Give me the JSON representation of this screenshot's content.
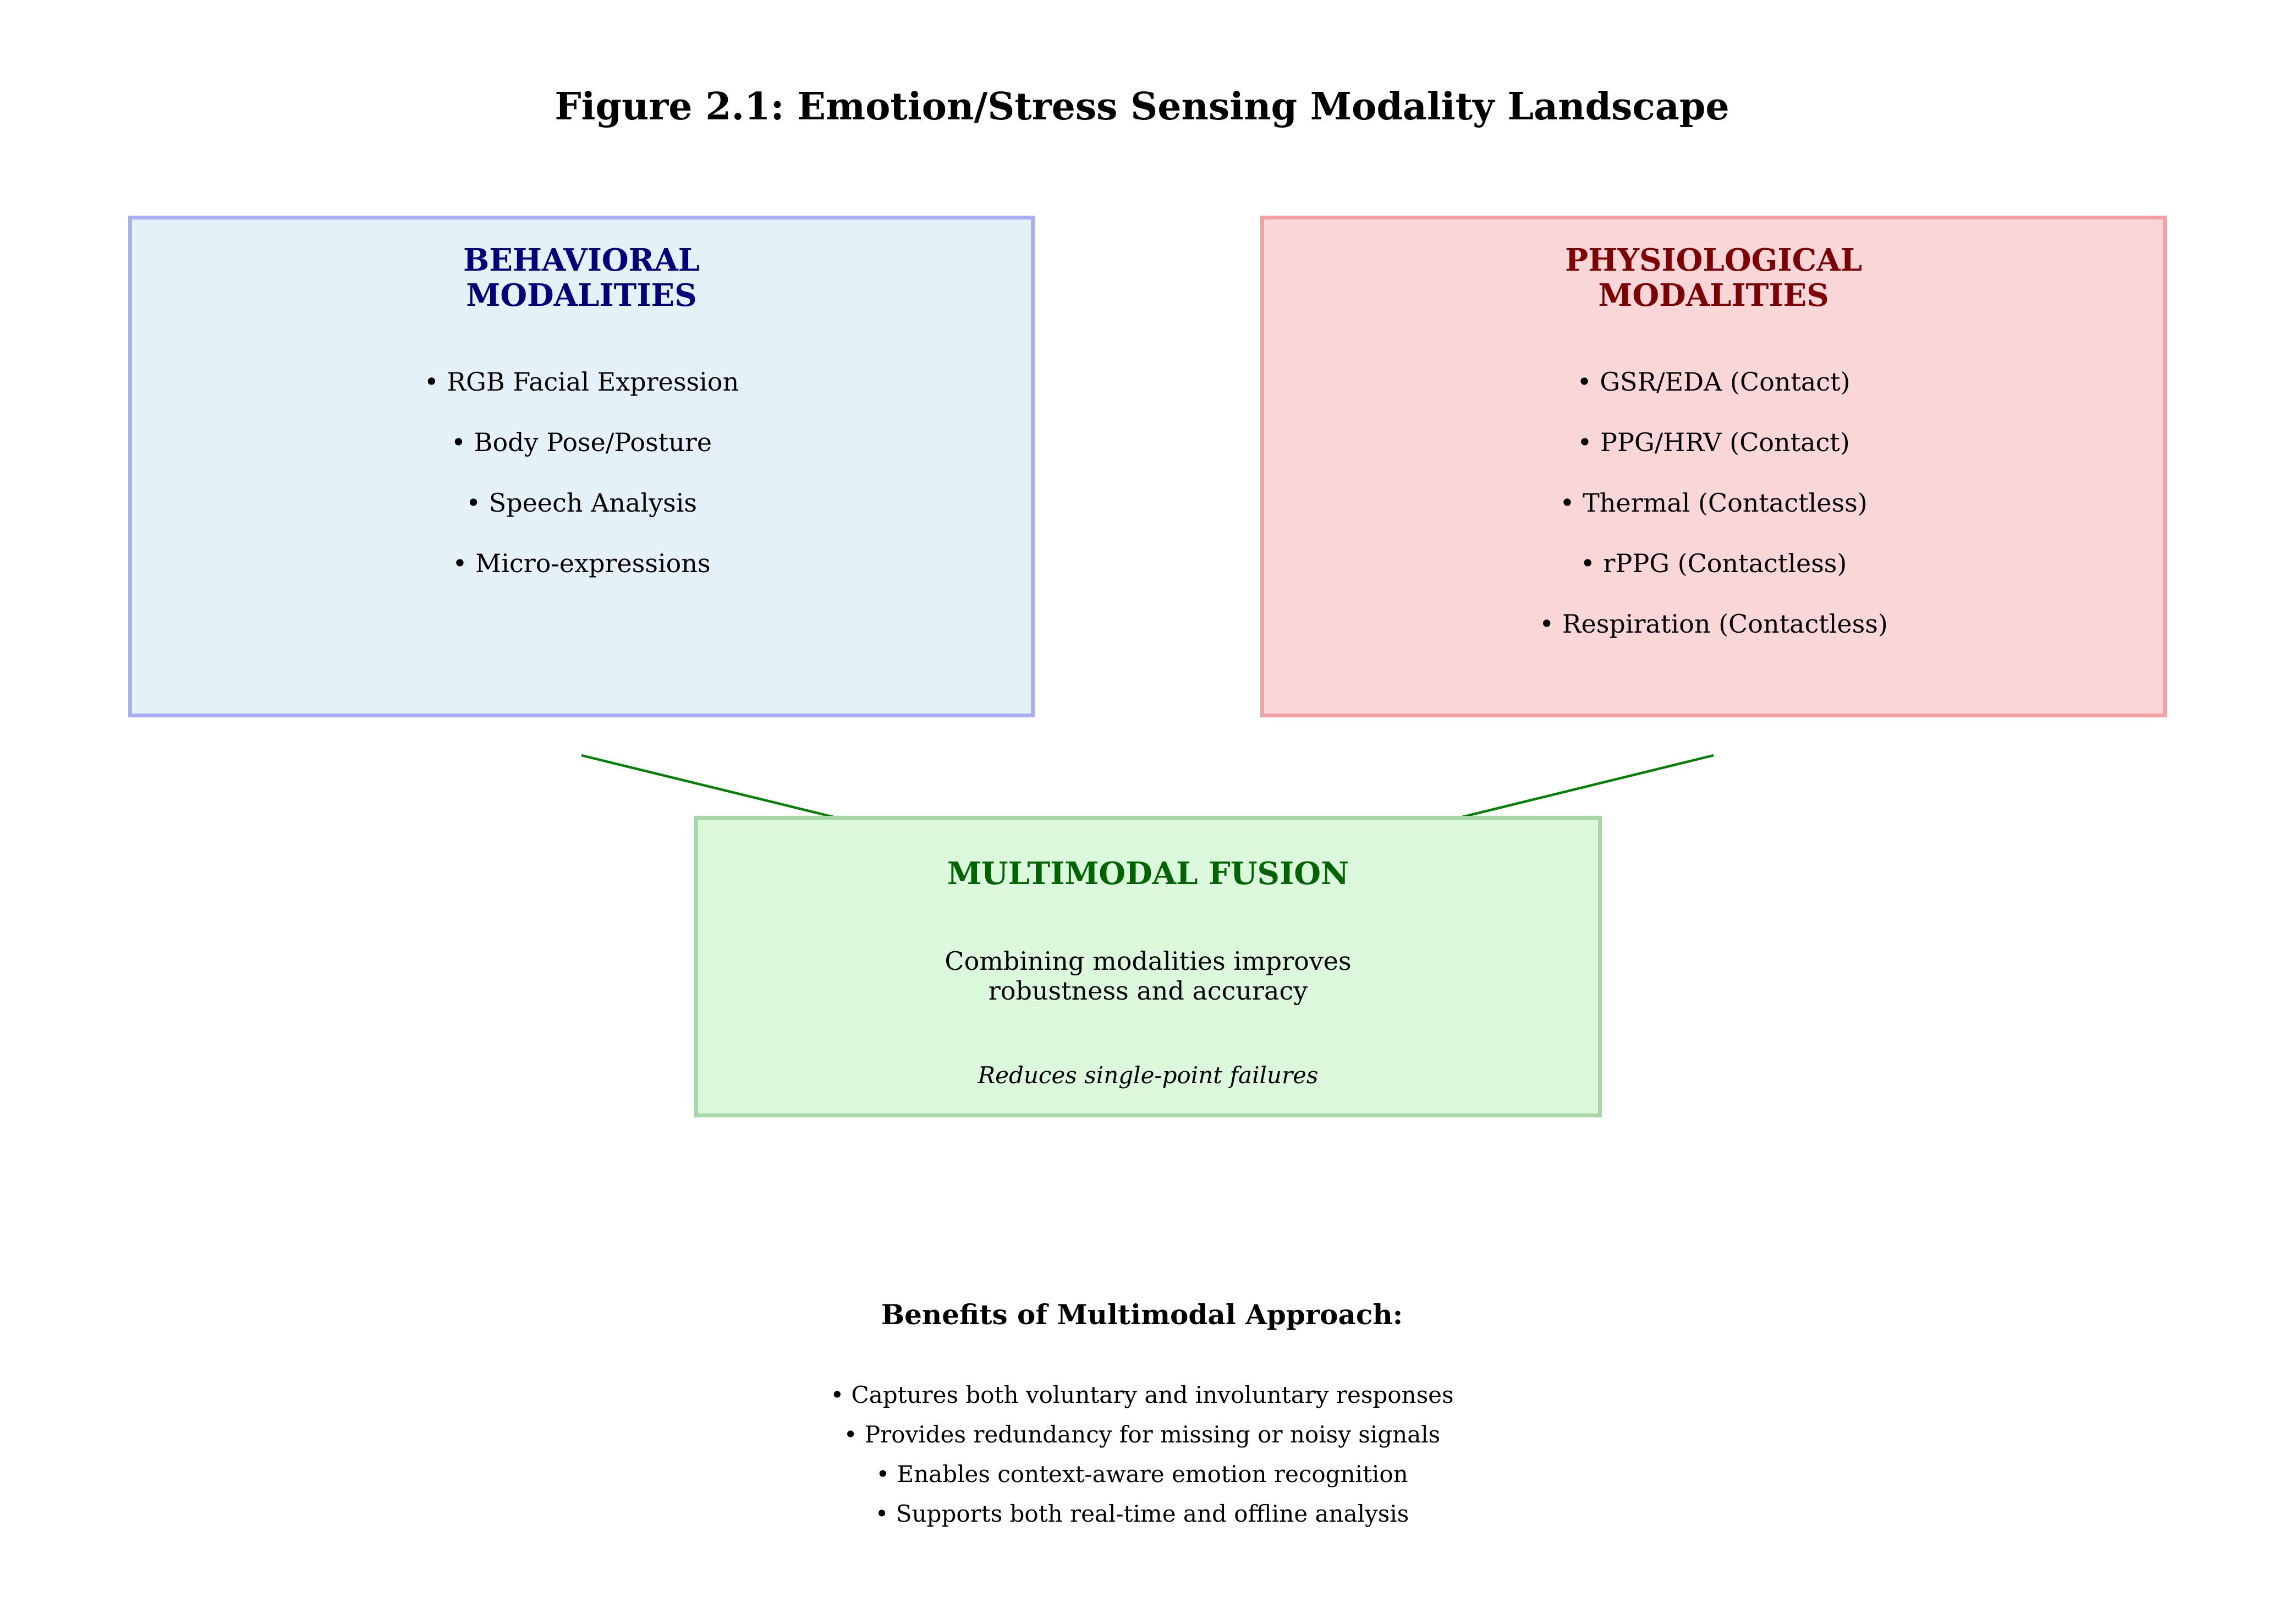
{
  "title": "Figure 2.1: Emotion/Stress Sensing Modality Landscape",
  "colors": {
    "behavioral_fill": "#e4f2f7",
    "behavioral_border": "#a9aef5",
    "behavioral_text": "#00007f",
    "physio_fill": "#f9d7d8",
    "physio_border": "#f2a2a4",
    "physio_text": "#7f0000",
    "fusion_fill": "#dbf8dc",
    "fusion_border": "#a6d8a6",
    "fusion_text": "#006400",
    "arrow": "#008000"
  },
  "behavioral": {
    "heading": "BEHAVIORAL\nMODALITIES",
    "items": [
      "• RGB Facial Expression",
      "• Body Pose/Posture",
      "• Speech Analysis",
      "• Micro-expressions"
    ]
  },
  "physiological": {
    "heading": "PHYSIOLOGICAL\nMODALITIES",
    "items": [
      "• GSR/EDA (Contact)",
      "• PPG/HRV (Contact)",
      "• Thermal (Contactless)",
      "• rPPG (Contactless)",
      "• Respiration (Contactless)"
    ]
  },
  "fusion": {
    "heading": "MULTIMODAL FUSION",
    "description": "Combining modalities improves\nrobustness and accuracy",
    "note": "Reduces single-point failures"
  },
  "benefits": {
    "title": "Benefits of Multimodal Approach:",
    "items": [
      "• Captures both voluntary and involuntary responses",
      "• Provides redundancy for missing or noisy signals",
      "• Enables context-aware emotion recognition",
      "• Supports both real-time and offline analysis"
    ]
  }
}
